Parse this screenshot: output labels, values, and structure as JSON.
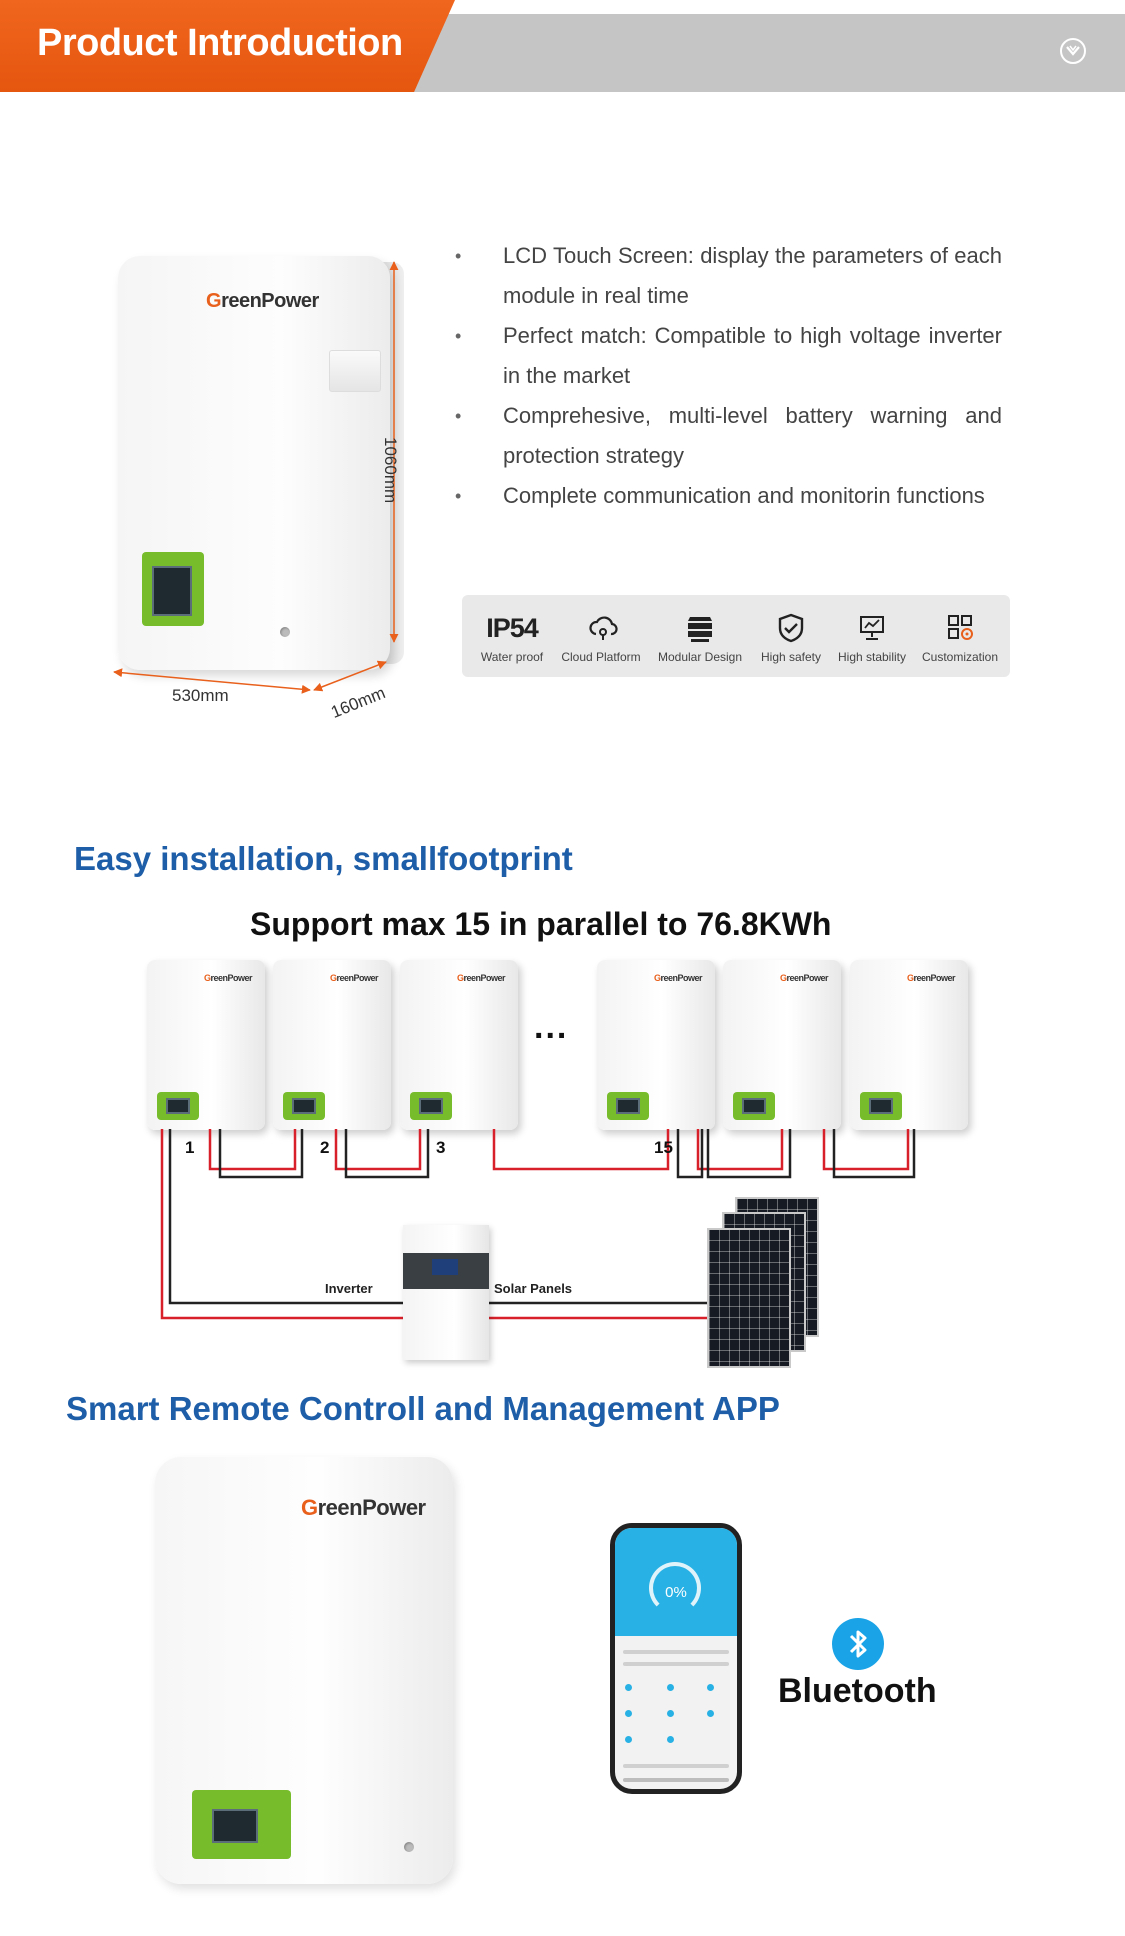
{
  "header": {
    "title": "Product Introduction"
  },
  "product": {
    "brand": {
      "g": "G",
      "rest": "reenPower"
    },
    "dims": {
      "height": "1060mm",
      "width": "530mm",
      "depth": "160mm"
    }
  },
  "bullets": [
    "LCD Touch Screen: display the parameters of each module in real time",
    "Perfect match: Compatible to high voltage inverter in the market",
    "Comprehesive, multi-level battery warning and protection strategy",
    "Complete communication and monitorin functions"
  ],
  "features": {
    "ip54": "IP54",
    "items": [
      {
        "label": "Water proof",
        "icon": "water-proof-icon"
      },
      {
        "label": "Cloud Platform",
        "icon": "cloud-platform-icon"
      },
      {
        "label": "Modular Design",
        "icon": "modular-design-icon"
      },
      {
        "label": "High safety",
        "icon": "shield-check-icon"
      },
      {
        "label": "High stability",
        "icon": "monitor-chart-icon"
      },
      {
        "label": "Customization",
        "icon": "grid-gear-icon"
      }
    ]
  },
  "installation": {
    "heading": "Easy installation, smallfootprint",
    "support": "Support max 15 in parallel to 76.8KWh",
    "ellipsis": "...",
    "numbers": [
      "1",
      "2",
      "3",
      "15"
    ],
    "inverter_label": "Inverter",
    "solar_label": "Solar Panels"
  },
  "app": {
    "heading": "Smart Remote Controll and Management APP",
    "phone_soc": "0%",
    "bluetooth_label": "Bluetooth"
  },
  "colors": {
    "orange": "#e8601c",
    "blue_heading": "#1e5ea8",
    "green_panel": "#77bc2a",
    "cable_red": "#d8202a",
    "bluetooth": "#1aa3e6"
  }
}
